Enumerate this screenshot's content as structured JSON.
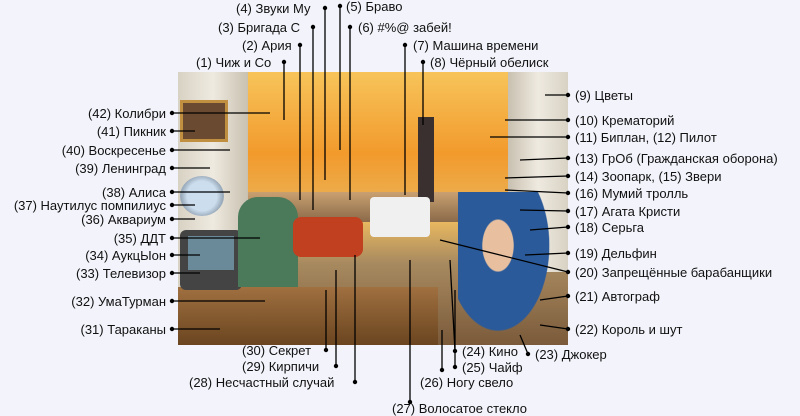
{
  "labels": {
    "l1": "(1) Чиж и Со",
    "l2": "(2) Ария",
    "l3": "(3) Бригада С",
    "l4": "(4) Звуки Му",
    "l5": "(5) Браво",
    "l6": "(6) #%@ забей!",
    "l7": "(7) Машина времени",
    "l8": "(8) Чёрный обелиск",
    "l9": "(9) Цветы",
    "l10": "(10) Крематорий",
    "l11": "(11) Биплан, (12) Пилот",
    "l13": "(13) ГрОб (Гражданская оборона)",
    "l14": "(14) Зоопарк, (15) Звери",
    "l16": "(16) Мумий тролль",
    "l17": "(17) Агата Кристи",
    "l18": "(18) Серьга",
    "l19": "(19) Дельфин",
    "l20": "(20) Запрещённые барабанщики",
    "l21": "(21) Автограф",
    "l22": "(22) Король и шут",
    "l23": "(23) Джокер",
    "l24": "(24) Кино",
    "l25": "(25) Чайф",
    "l26": "(26) Ногу свело",
    "l27": "(27) Волосатое стекло",
    "l28": "(28) Несчастный случай",
    "l29": "(29) Кирпичи",
    "l30": "(30) Секрет",
    "l31": "(31) Тараканы",
    "l32": "(32) УмаТурман",
    "l33": "(33) Телевизор",
    "l34": "(34) АукцЫон",
    "l35": "(35) ДДТ",
    "l36": "(36) Аквариум",
    "l37": "(37) Наутилус помпилиус",
    "l38": "(38) Алиса",
    "l39": "(39) Ленинград",
    "l40": "(40) Воскресенье",
    "l41": "(41) Пикник",
    "l42": "(42) Колибри"
  }
}
